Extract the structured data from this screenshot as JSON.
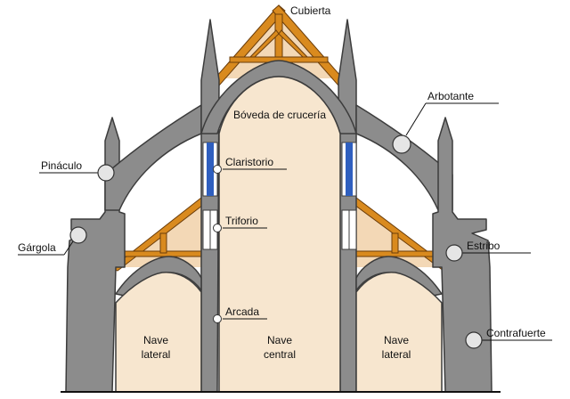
{
  "labels": {
    "cubierta": "Cubierta",
    "boveda": "Bóveda de crucería",
    "arbotante": "Arbotante",
    "claristorio": "Claristorio",
    "pinaculo": "Pináculo",
    "triforio": "Triforio",
    "gargola": "Gárgola",
    "estribo": "Estribo",
    "arcada": "Arcada",
    "contrafuerte": "Contrafuerte",
    "nave_lateral_izq": [
      "Nave",
      "lateral"
    ],
    "nave_central": [
      "Nave",
      "central"
    ],
    "nave_lateral_der": [
      "Nave",
      "lateral"
    ]
  },
  "colors": {
    "stone": "#8c8c8c",
    "interior": "#f7e6cf",
    "roof_fill": "#f3d8b6",
    "timber": "#d98a1e",
    "window_glass": "#2f5fbf"
  }
}
